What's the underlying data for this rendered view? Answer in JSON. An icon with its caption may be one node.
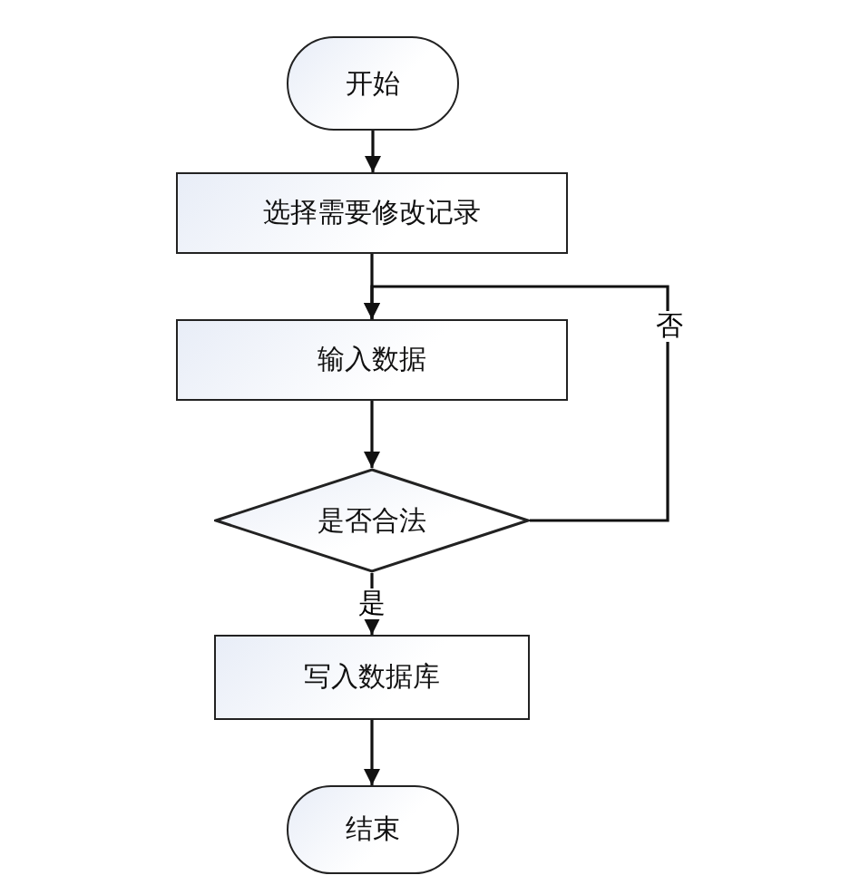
{
  "diagram": {
    "nodes": [
      {
        "text": [
          "开始"
        ]
      },
      {
        "text": [
          "选择需要修改记录"
        ]
      },
      {
        "text": [
          "输入数据"
        ]
      },
      {
        "text": [
          "是否合法"
        ]
      },
      {
        "text": [
          "写入数据库"
        ]
      },
      {
        "text": [
          "结束"
        ]
      }
    ],
    "edges": [
      {
        "from": 0,
        "to": 1,
        "arrow": "to"
      },
      {
        "from": 1,
        "to": 2,
        "arrow": "to"
      },
      {
        "from": 2,
        "to": 3,
        "arrow": "to"
      },
      {
        "from": 3,
        "to": 4,
        "arrow": "to",
        "label": "是"
      },
      {
        "from": 4,
        "to": 5,
        "arrow": "to"
      },
      {
        "from": 3,
        "to": 2,
        "arrow": "to",
        "label": "否"
      }
    ]
  }
}
